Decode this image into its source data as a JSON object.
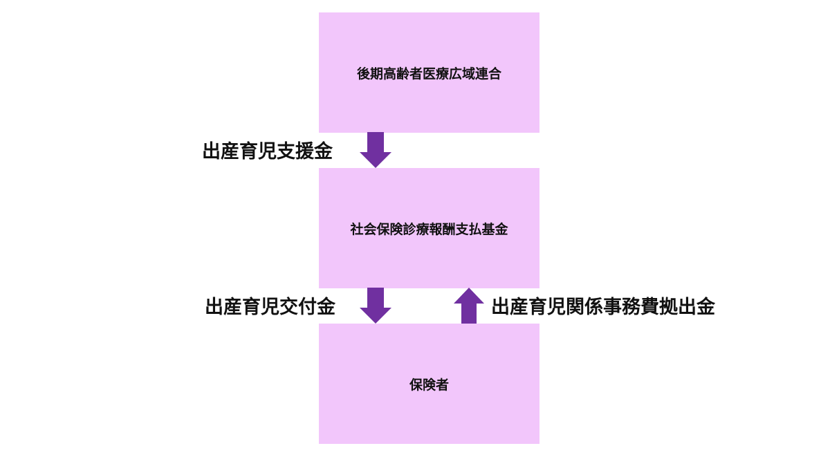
{
  "boxes": {
    "top": "後期高齢者医療広域連合",
    "middle": "社会保険診療報酬支払基金",
    "bottom": "保険者"
  },
  "flows": {
    "support_payment": "出産育児支援金",
    "birth_grant": "出産育児交付金",
    "admin_expense_contribution": "出産育児関係事務費拠出金"
  },
  "colors": {
    "box_fill": "#f2c6fb",
    "arrow_fill": "#7030a0"
  }
}
